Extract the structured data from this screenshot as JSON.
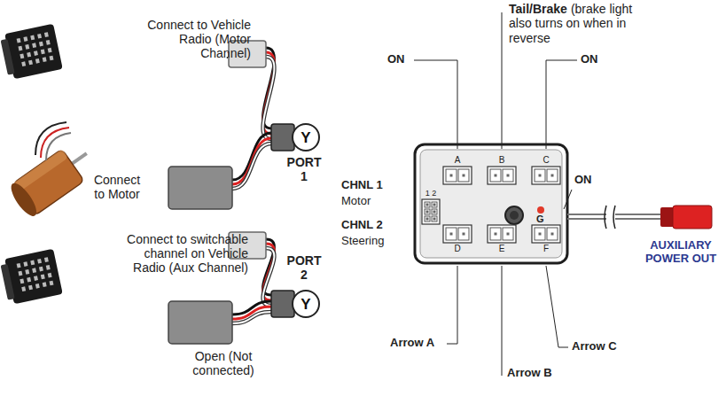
{
  "diagram": {
    "nodes": [
      {
        "text": [
          "Y"
        ]
      },
      {
        "text": [
          "Y"
        ]
      },
      {
        "text": [
          "G"
        ]
      },
      {
        "text": [
          "A"
        ],
        "in": 2
      },
      {
        "text": [
          "B"
        ],
        "in": 2
      },
      {
        "text": [
          "C"
        ],
        "in": 2
      },
      {
        "text": [
          "1 2"
        ],
        "in": 2
      },
      {
        "text": [
          "D"
        ],
        "in": 2
      },
      {
        "text": [
          "E"
        ],
        "in": 2
      },
      {
        "text": [
          "F"
        ],
        "in": 2
      }
    ],
    "labels": [
      "Connect to Vehicle Radio (Motor Channel)",
      "Connect to Motor",
      "PORT 1",
      "Connect to switchable channel on Vehicle Radio (Aux Channel)",
      "Open (Not connected)",
      "PORT 2",
      "ON",
      "Tail/Brake",
      "(brake light also turns on when in reverse",
      "ON",
      "ON",
      "CHNL 1",
      "Motor",
      "CHNL 2",
      "Steering",
      "Arrow A",
      "Arrow B",
      "Arrow C",
      "AUXILIARY POWER OUT"
    ]
  }
}
